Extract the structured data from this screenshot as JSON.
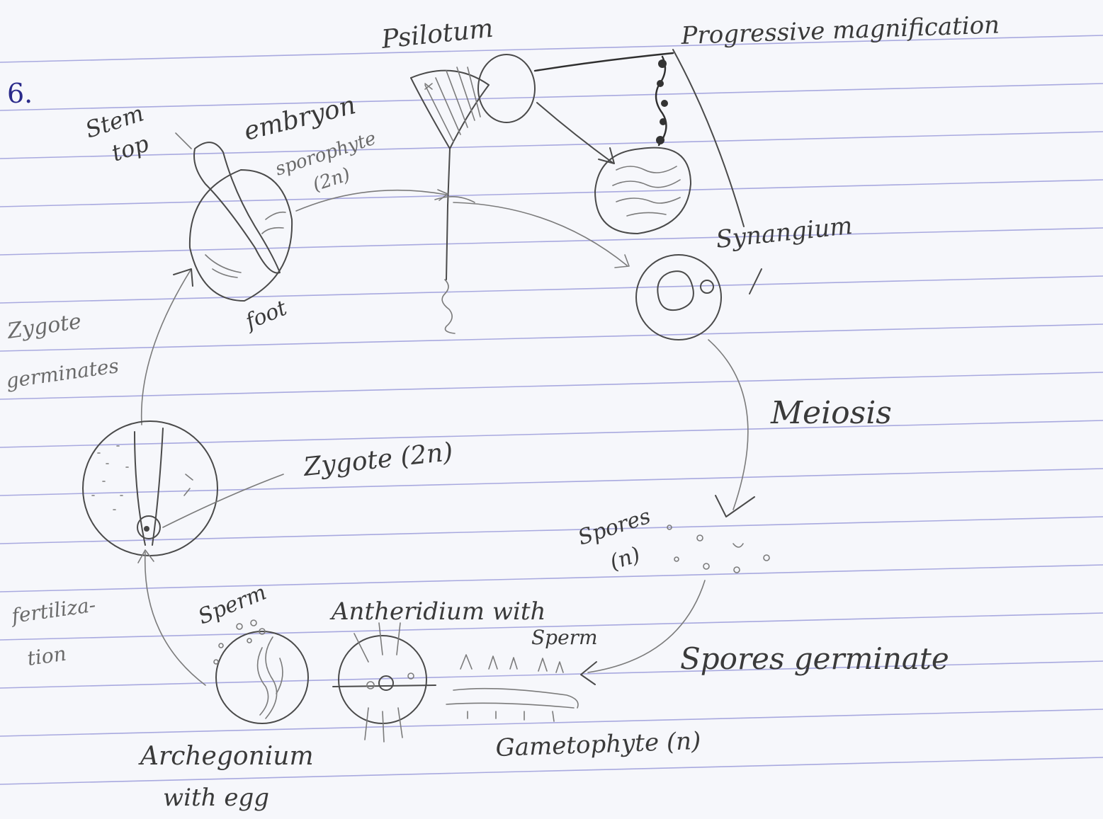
{
  "labels": {
    "question_number": "6.",
    "psilotum": "Psilotum",
    "progressive_magnification": "Progressive magnification",
    "stem_top": [
      "Stem",
      "top"
    ],
    "embryon_sporophyte": [
      "embryon",
      "sporophyte",
      "(2n)"
    ],
    "foot": "foot",
    "synangium": "Synangium",
    "zygote_germinates": [
      "Zygote",
      "germinates"
    ],
    "meiosis": "Meiosis",
    "zygote_2n": "Zygote (2n)",
    "spores_n": [
      "Spores",
      "(n)"
    ],
    "fertilization": [
      "fertiliza-",
      "tion"
    ],
    "sperm_upper": "Sperm",
    "antheridium_with": "Antheridium with",
    "sperm_lower": "Sperm",
    "spores_germinate": "Spores germinate",
    "gametophyte": "Gametophyte (n)",
    "archegonium_with_egg": [
      "Archegonium",
      "with egg"
    ]
  },
  "colors": {
    "paper": "#f6f7fb",
    "rule_line": "#8f8fd6",
    "ink": "#4a4a4a",
    "number_ink": "#2a2a8a"
  }
}
